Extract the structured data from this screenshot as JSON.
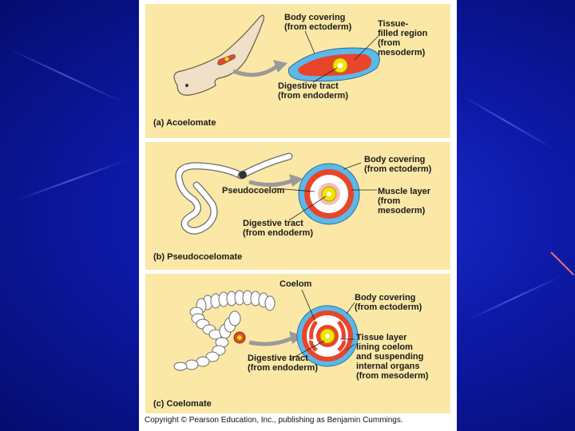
{
  "panels": [
    {
      "caption": "(a) Acoelomate",
      "labels": {
        "body_covering": "Body covering\n(from ectoderm)",
        "tissue_filled": "Tissue-\nfilled region\n(from\nmesoderm)",
        "digestive": "Digestive tract\n(from endoderm)"
      }
    },
    {
      "caption": "(b) Pseudocoelomate",
      "labels": {
        "body_covering": "Body covering\n(from ectoderm)",
        "pseudocoelom": "Pseudocoelom",
        "muscle_layer": "Muscle layer\n(from\nmesoderm)",
        "digestive": "Digestive tract\n(from endoderm)"
      }
    },
    {
      "caption": "(c) Coelomate",
      "labels": {
        "coelom": "Coelom",
        "body_covering": "Body covering\n(from ectoderm)",
        "tissue_layer": "Tissue layer\nlining coelom\nand suspending\ninternal organs\n(from mesoderm)",
        "digestive": "Digestive tract\n(from endoderm)"
      }
    }
  ],
  "copyright": "Copyright © Pearson Education, Inc., publishing as Benjamin Cummings.",
  "colors": {
    "background": "#0d1aa8",
    "panel": "#fbe8a6",
    "ectoderm": "#5bb8e8",
    "mesoderm": "#e8452a",
    "endoderm": "#f5e400"
  }
}
